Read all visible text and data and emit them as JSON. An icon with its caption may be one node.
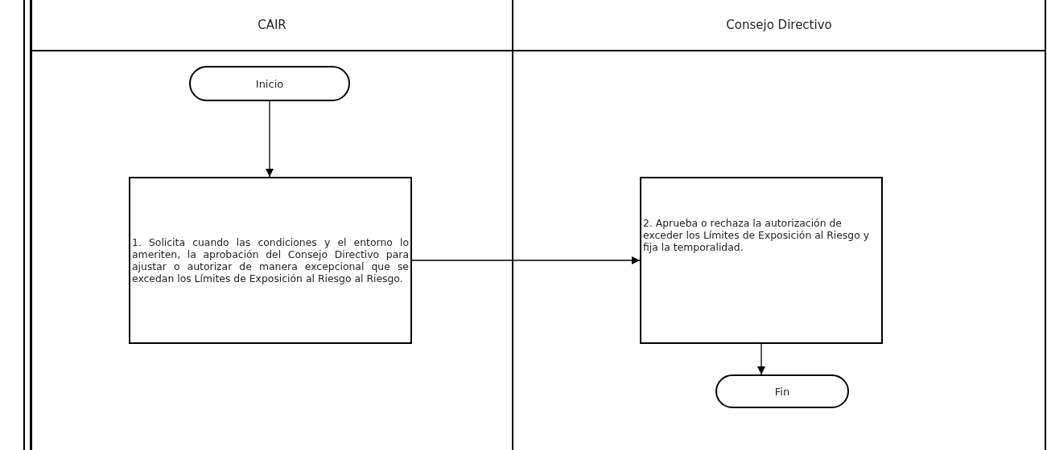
{
  "diagram": {
    "nodes": [
      {
        "text": [
          "CAIR"
        ]
      },
      {
        "text": [
          "Consejo Directivo"
        ]
      },
      {
        "text": [
          "Inicio"
        ],
        "in": 0
      },
      {
        "text": [
          "1. Solicita cuando las condiciones y el entorno lo ameriten, la aprobación del Consejo Directivo para ajustar o autorizar de manera excepcional que se excedan los Límites de Exposición al Riesgo al Riesgo."
        ],
        "in": 0
      },
      {
        "text": [
          "2. Aprueba o rechaza la autorización de exceder los Límites de Exposición al Riesgo y fija la temporalidad."
        ],
        "in": 1
      },
      {
        "text": [
          "Fin"
        ],
        "in": 1
      }
    ],
    "edges": [
      {
        "from": 2,
        "to": 3,
        "arrow": "to"
      },
      {
        "from": 3,
        "to": 4,
        "arrow": "to"
      },
      {
        "from": 4,
        "to": 5,
        "arrow": "to"
      }
    ]
  }
}
